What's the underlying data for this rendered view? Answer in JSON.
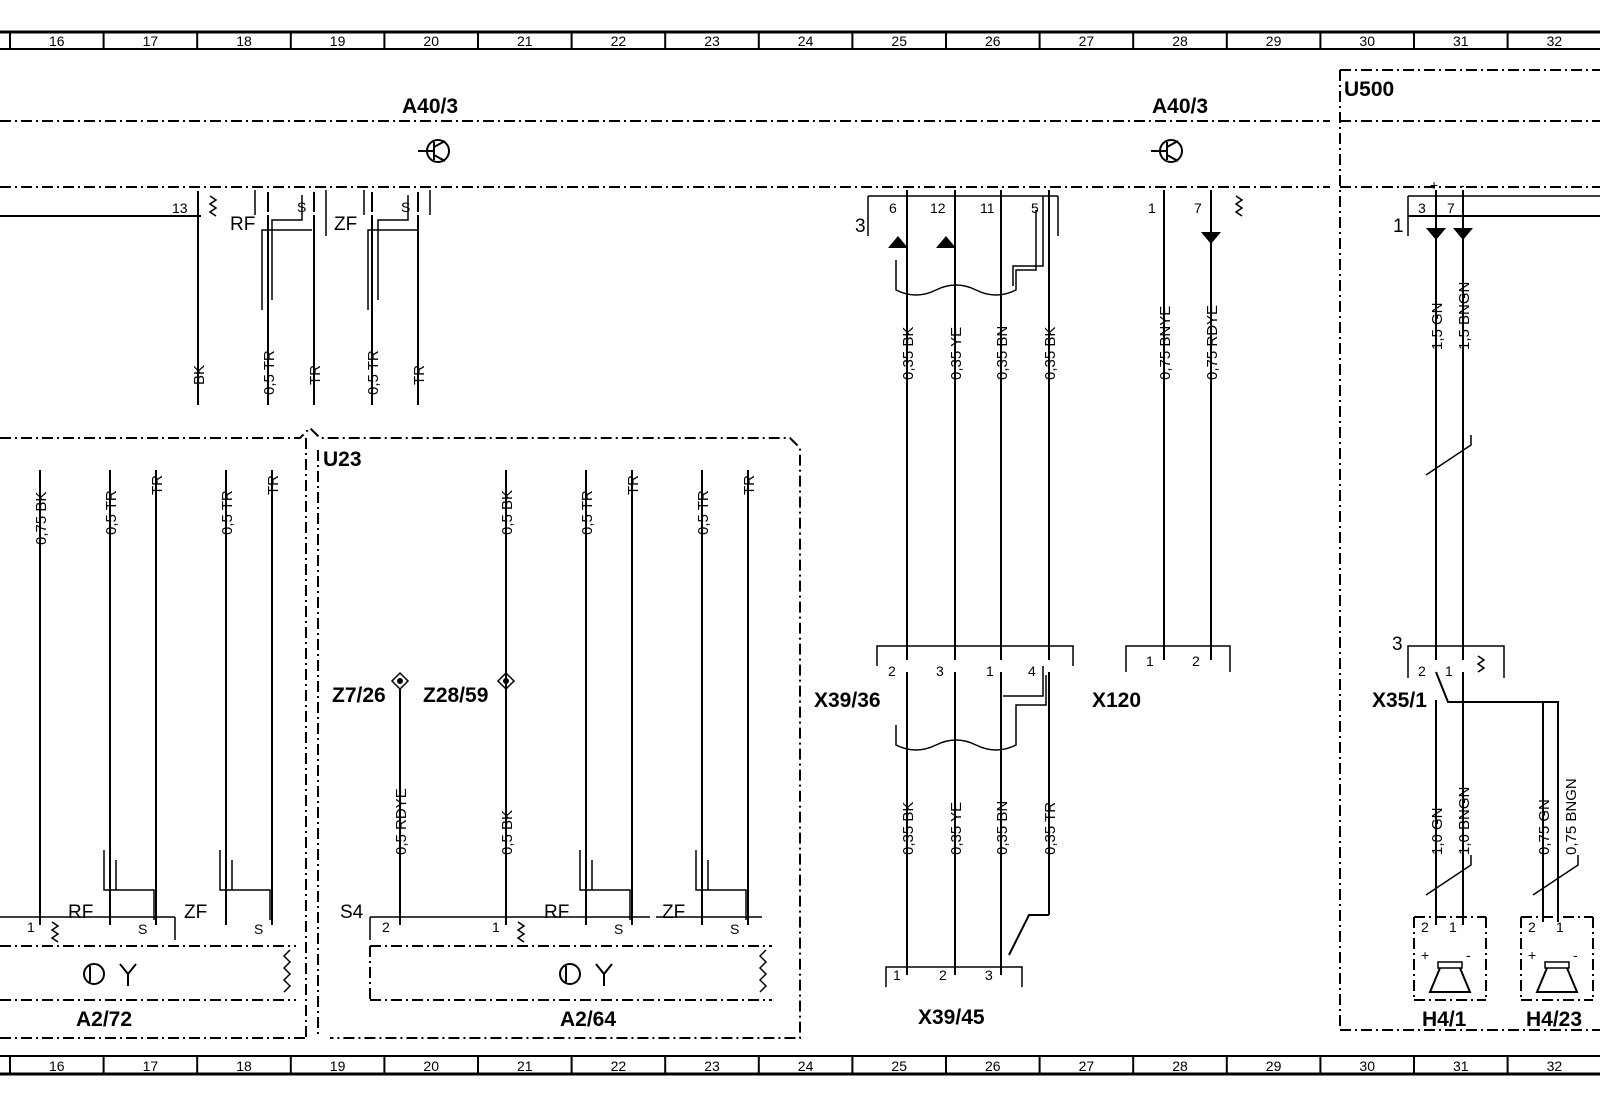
{
  "ruler": {
    "columns": [
      "16",
      "17",
      "18",
      "19",
      "20",
      "21",
      "22",
      "23",
      "24",
      "25",
      "26",
      "27",
      "28",
      "29",
      "30",
      "31",
      "32"
    ]
  },
  "components": {
    "a40_3_left": "A40/3",
    "a40_3_right": "A40/3",
    "u500": "U500",
    "u23": "U23",
    "a2_72": "A2/72",
    "a2_64": "A2/64",
    "z7_26": "Z7/26",
    "z28_59": "Z28/59",
    "x39_36": "X39/36",
    "x120": "X120",
    "x35_1": "X35/1",
    "x39_45": "X39/45",
    "h4_1": "H4/1",
    "h4_23": "H4/23"
  },
  "small_labels": {
    "rf": "RF",
    "zf": "ZF",
    "s": "S",
    "s4": "S4",
    "three": "3",
    "one": "1",
    "plus": "+",
    "minus": "-"
  },
  "pins_top": {
    "p13": "13",
    "p6": "6",
    "p12": "12",
    "p11": "11",
    "p5": "5",
    "p1": "1",
    "p7": "7",
    "u_p3": "3",
    "u_p7": "7"
  },
  "pins_mid": {
    "a72_p1": "1",
    "s4_p2": "2",
    "s4_p1": "1",
    "x3936_p2": "2",
    "x3936_p3": "3",
    "x3936_p1": "1",
    "x3936_p4": "4",
    "x120_p1": "1",
    "x120_p2": "2",
    "x351_p2": "2",
    "x351_p1": "1",
    "x3945_p1": "1",
    "x3945_p2": "2",
    "x3945_p3": "3",
    "h41_p2": "2",
    "h41_p1": "1",
    "h423_p2": "2",
    "h423_p1": "1"
  },
  "wires_top": {
    "bk": "BK",
    "tr_05a": "0,5  TR",
    "tr_a": "TR",
    "tr_05b": "0,5  TR",
    "tr_b": "TR",
    "w035bk": "0,35  BK",
    "w035ye": "0,35  YE",
    "w035bn": "0,35  BN",
    "w035bk2": "0,35  BK",
    "w075bnye": "0,75  BNYE",
    "w075rdye": "0,75  RDYE",
    "w15gn": "1,5  GN",
    "w15bngn": "1,5  BNGN"
  },
  "wires_mid": {
    "w075bk": "0,75  BK",
    "w05tr1": "0,5  TR",
    "wtr1": "TR",
    "w05tr2": "0,5  TR",
    "wtr2": "TR",
    "w05bk": "0,5  BK",
    "w05tr3": "0,5  TR",
    "wtr3": "TR",
    "w05tr4": "0,5  TR",
    "wtr4": "TR"
  },
  "wires_bottom": {
    "w05rdye": "0,5  RDYE",
    "w05bk_b": "0,5  BK",
    "w035bk_b": "0,35  BK",
    "w035ye_b": "0,35  YE",
    "w035bn_b": "0,35  BN",
    "w035tr_b": "0,35  TR",
    "w10gn": "1,0  GN",
    "w10bngn": "1,0  BNGN",
    "w075gn": "0,75  GN",
    "w075bngn": "0,75  BNGN"
  }
}
